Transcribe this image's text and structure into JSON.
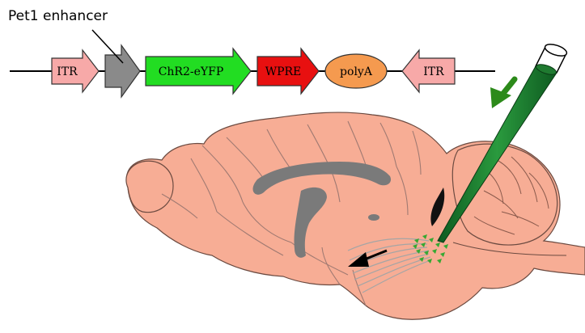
{
  "figure": {
    "enhancer_label": "Pet1 enhancer",
    "construct": [
      {
        "label": "ITR",
        "color": "#f7a9a8",
        "kind": "arrow-right"
      },
      {
        "label": "",
        "color": "#8a8a8a",
        "kind": "arrow-right"
      },
      {
        "label": "ChR2-eYFP",
        "color": "#22dd22",
        "kind": "arrow-right"
      },
      {
        "label": "WPRE",
        "color": "#e81010",
        "kind": "arrow-right"
      },
      {
        "label": "polyA",
        "color": "#f59a4f",
        "kind": "ellipse"
      },
      {
        "label": "ITR",
        "color": "#f7a9a8",
        "kind": "arrow-left"
      }
    ],
    "colors": {
      "brain_fill": "#f7ad95",
      "brain_stroke": "#6b4a40",
      "vessel": "#a07a72",
      "ventricle": "#7a7a7a",
      "pipette": "#1a7a2e",
      "injection_arrow": "#2c8a1a",
      "cells": "#35a832",
      "axons": "#a5a5a5"
    }
  }
}
